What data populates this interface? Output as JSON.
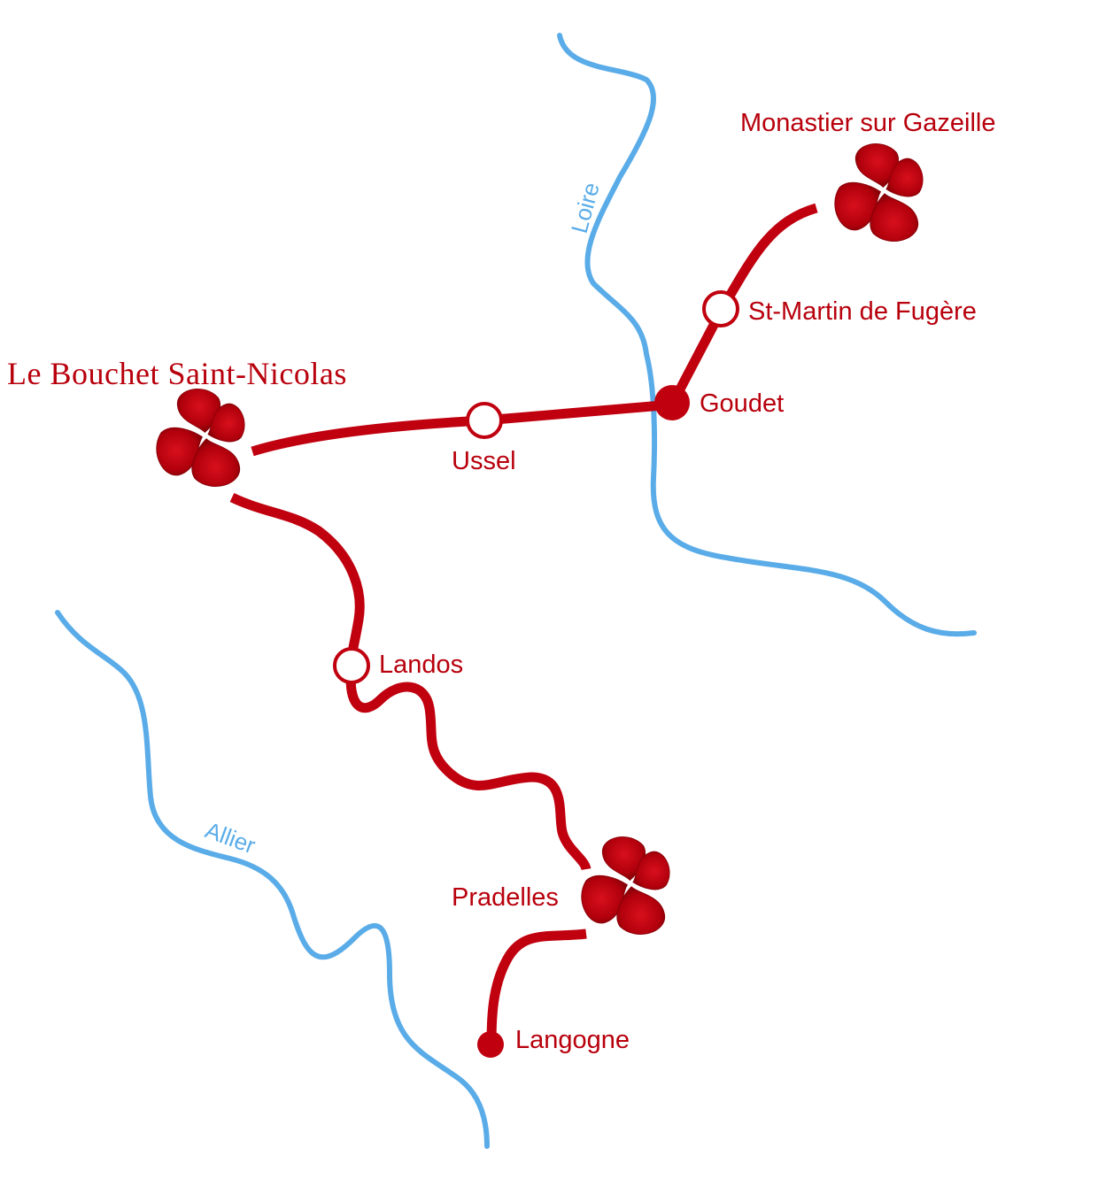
{
  "title": "Route map",
  "colors": {
    "route": "#c0000e",
    "river": "#5aace8",
    "label": "#b8000c"
  },
  "rivers": [
    {
      "id": "loire",
      "label": "Loire"
    },
    {
      "id": "allier",
      "label": "Allier"
    }
  ],
  "places": {
    "monastier": "Monastier sur Gazeille",
    "st_martin": "St-Martin de Fugère",
    "goudet": "Goudet",
    "ussel": "Ussel",
    "le_bouchet": "Le Bouchet Saint-Nicolas",
    "landos": "Landos",
    "pradelles": "Pradelles",
    "langogne": "Langogne"
  },
  "legend_icons": {
    "major_stop": "flower-icon",
    "stop": "open-circle-icon",
    "endpoint": "filled-circle-icon"
  }
}
